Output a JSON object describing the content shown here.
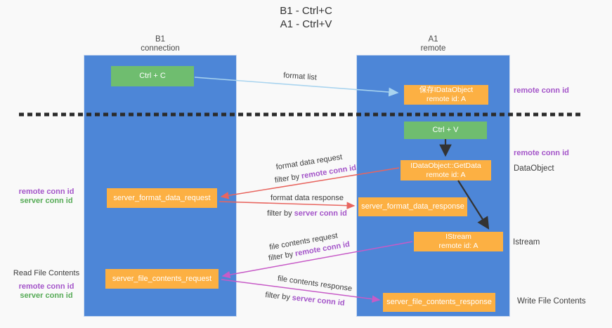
{
  "title": {
    "line1": "B1 - Ctrl+C",
    "line2": "A1 - Ctrl+V"
  },
  "columns": {
    "left": {
      "name": "B1",
      "role": "connection"
    },
    "right": {
      "name": "A1",
      "role": "remote"
    }
  },
  "nodes": {
    "ctrl_c": "Ctrl + C",
    "ctrl_v": "Ctrl + V",
    "save_dataobject": {
      "line1": "保存IDataObject",
      "line2": "remote id: A"
    },
    "getdata": {
      "line1": "IDataObject::GetData",
      "line2": "remote id: A"
    },
    "istream": {
      "line1": "IStream",
      "line2": "remote id: A"
    },
    "format_request": "server_format_data_request",
    "format_response": "server_format_data_response",
    "file_request": "server_file_contents_request",
    "file_response": "server_file_contents_response"
  },
  "edge_labels": {
    "format_list": "format list",
    "format_data_request": "format data request",
    "format_data_request_filter_prefix": "filter by",
    "format_data_request_filter_key": "remote conn id",
    "format_data_response": "format data response",
    "format_data_response_filter_prefix": "filter by",
    "format_data_response_filter_key": "server conn id",
    "file_contents_request": "file contents request",
    "file_contents_request_filter_prefix": "filter by",
    "file_contents_request_filter_key": "remote conn id",
    "file_contents_response": "file contents response",
    "file_contents_response_filter_prefix": "filter by",
    "file_contents_response_filter_key": "server conn id"
  },
  "side_labels": {
    "right_remote_conn_id_top": "remote conn id",
    "right_remote_conn_id_mid": "remote conn id",
    "dataobject": "DataObject",
    "istream": "Istream",
    "write_file_contents": "Write File Contents",
    "left_remote_conn_id_1": "remote conn id",
    "left_server_conn_id_1": "server conn id",
    "read_file_contents": "Read File Contents",
    "left_remote_conn_id_2": "remote conn id",
    "left_server_conn_id_2": "server conn id"
  },
  "colors": {
    "column_blue": "#4d86d7",
    "box_green": "#6fbd6f",
    "box_orange": "#fcb043",
    "purple": "#a455c9",
    "green_text": "#57ab57",
    "red_arrow": "#e8655f",
    "magenta_arrow": "#c75bc7",
    "blue_arrow": "#a9d4ef",
    "black_arrow": "#333333",
    "dashed_line": "#2b2b2b"
  }
}
